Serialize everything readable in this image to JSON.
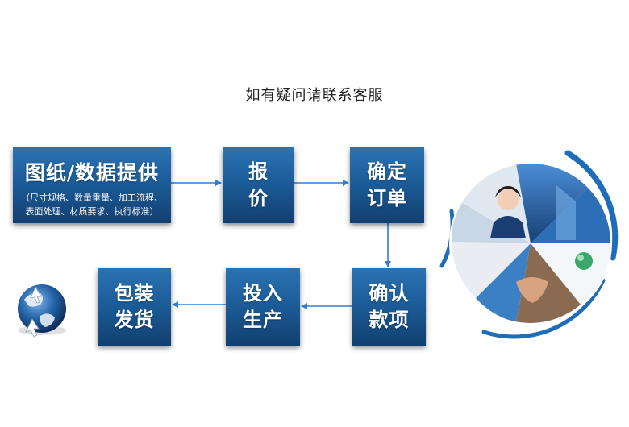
{
  "headline": "如有疑问请联系客服",
  "steps": [
    {
      "line1": "图纸/数据提供",
      "detail1": "（尺寸规格、数量重量、加工流程、",
      "detail2": "表面处理、材质要求、执行标准）"
    },
    {
      "line1": "报",
      "line2": "价"
    },
    {
      "line1": "确定",
      "line2": "订单"
    },
    {
      "line1": "确认",
      "line2": "款项"
    },
    {
      "line1": "投入",
      "line2": "生产"
    },
    {
      "line1": "包装",
      "line2": "发货"
    }
  ],
  "colors": {
    "box": "#1c5d99",
    "arrow": "#2e7fd6",
    "ring": "#1f6cb8"
  },
  "icons": [
    "globe-icon",
    "service-circle-illustration"
  ]
}
